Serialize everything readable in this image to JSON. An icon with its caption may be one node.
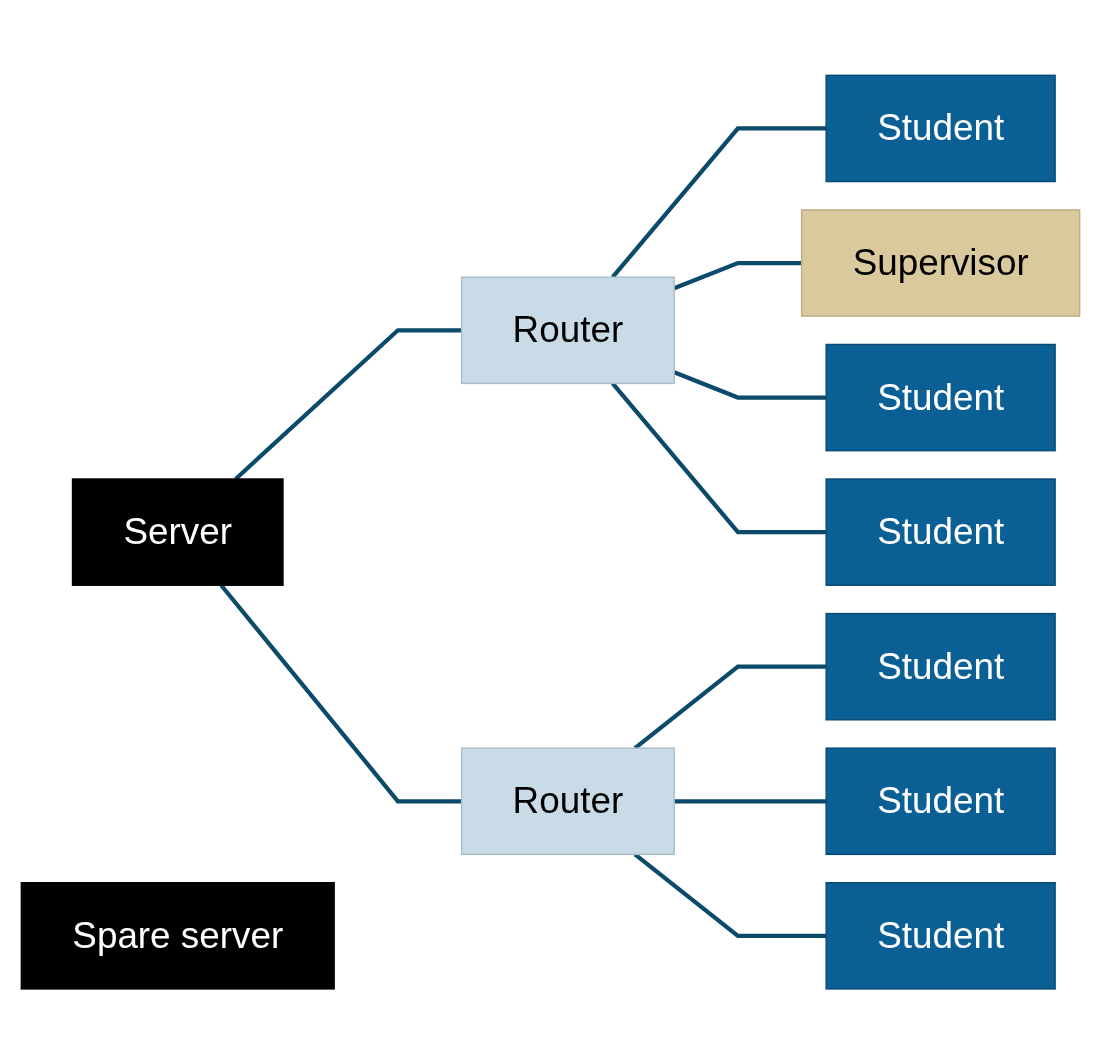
{
  "diagram": {
    "nodes": [
      {
        "text": [
          "Server"
        ]
      },
      {
        "text": [
          "Spare server"
        ]
      },
      {
        "text": [
          "Router"
        ]
      },
      {
        "text": [
          "Router"
        ]
      },
      {
        "text": [
          "Student"
        ]
      },
      {
        "text": [
          "Supervisor"
        ]
      },
      {
        "text": [
          "Student"
        ]
      },
      {
        "text": [
          "Student"
        ]
      },
      {
        "text": [
          "Student"
        ]
      },
      {
        "text": [
          "Student"
        ]
      },
      {
        "text": [
          "Student"
        ]
      }
    ],
    "edges": [
      {
        "from": 0,
        "to": 2,
        "arrow": "none"
      },
      {
        "from": 0,
        "to": 3,
        "arrow": "none"
      },
      {
        "from": 2,
        "to": 4,
        "arrow": "none"
      },
      {
        "from": 2,
        "to": 5,
        "arrow": "none"
      },
      {
        "from": 2,
        "to": 6,
        "arrow": "none"
      },
      {
        "from": 2,
        "to": 7,
        "arrow": "none"
      },
      {
        "from": 3,
        "to": 8,
        "arrow": "none"
      },
      {
        "from": 3,
        "to": 9,
        "arrow": "none"
      },
      {
        "from": 3,
        "to": 10,
        "arrow": "none"
      }
    ]
  }
}
